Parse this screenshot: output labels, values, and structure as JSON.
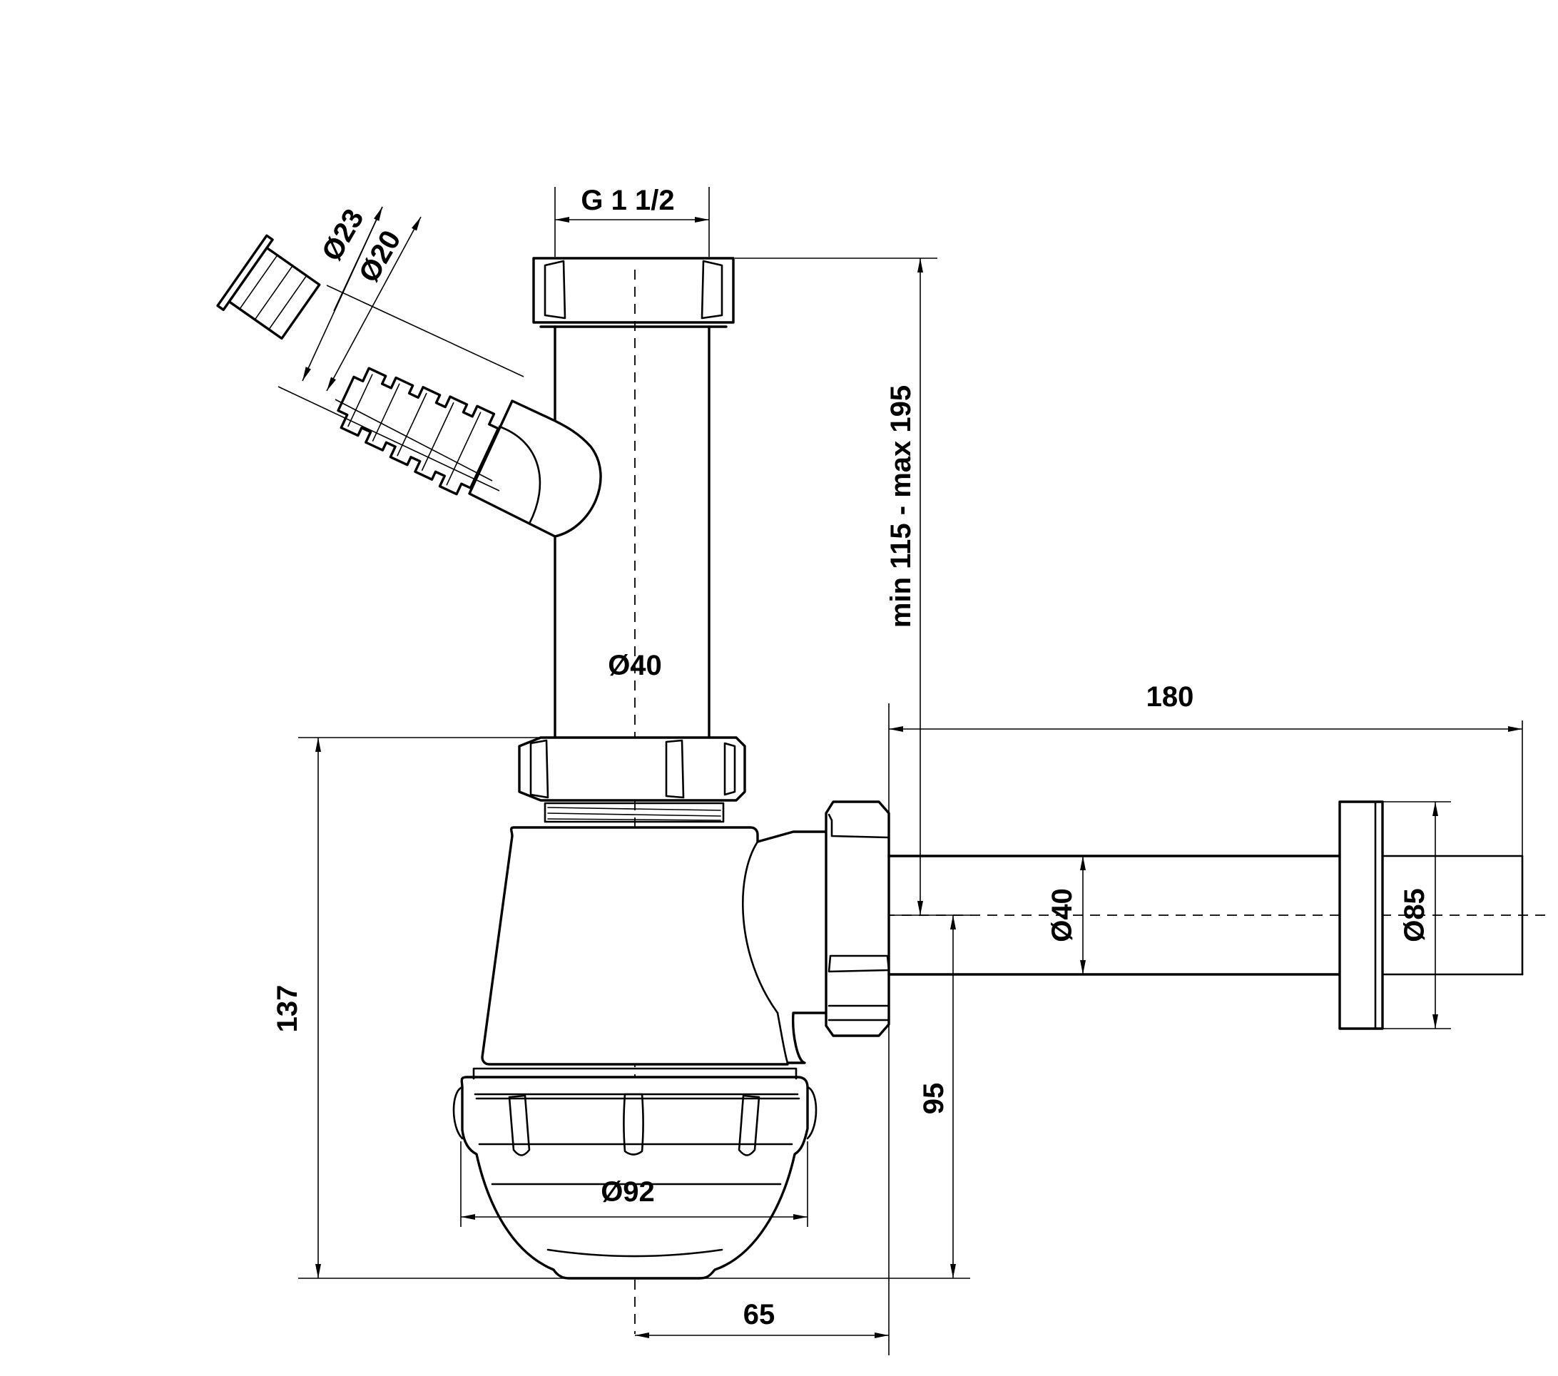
{
  "dimensions": {
    "thread": "G 1 1/2",
    "hose_outer": "Ø23",
    "hose_inner": "Ø20",
    "pipe_diameter": "Ø40",
    "height_range": "min 115 - max 195",
    "outlet_length": "180",
    "outlet_diameter": "Ø40",
    "flange_diameter": "Ø85",
    "total_height": "137",
    "outlet_height": "95",
    "cup_diameter": "Ø92",
    "offset": "65"
  },
  "colors": {
    "line": "#000000",
    "background": "#ffffff"
  }
}
